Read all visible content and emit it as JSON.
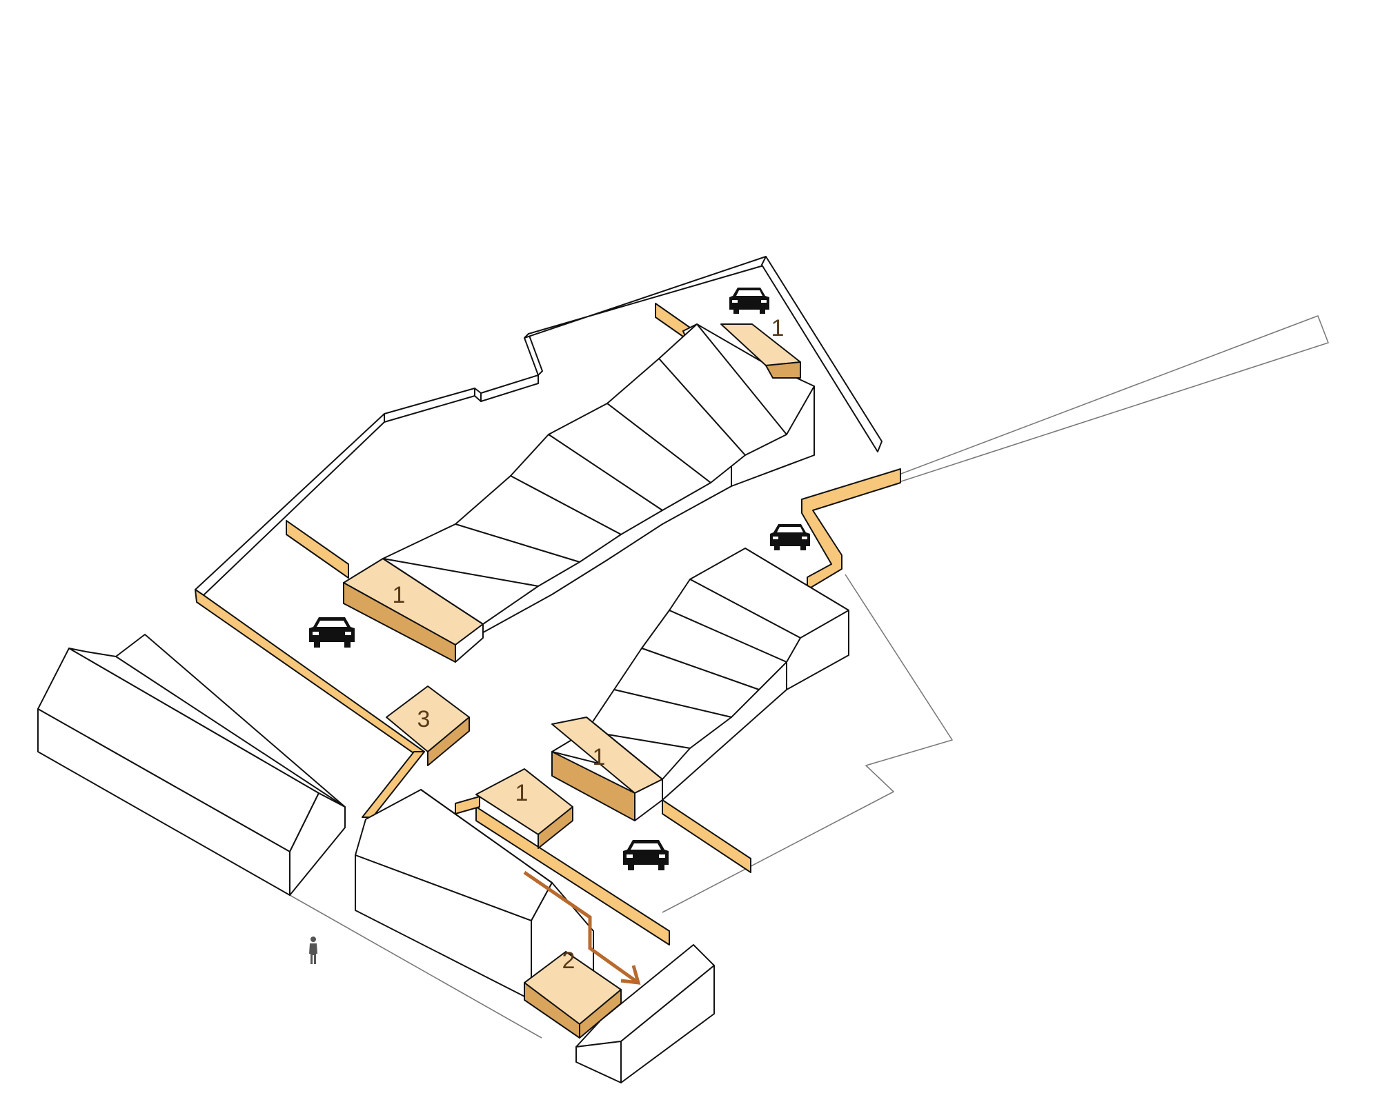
{
  "colors": {
    "highlight_top": "#f8dcb0",
    "highlight_side": "#d9a55c",
    "wall_orange": "#f7c77b",
    "arrow": "#b86a2e",
    "outline": "#111111",
    "site_line": "#7a7a7a",
    "car": "#111111",
    "person": "#555555"
  },
  "labels": [
    {
      "id": "zone-1-north",
      "text": "1"
    },
    {
      "id": "zone-1-west-row",
      "text": "1"
    },
    {
      "id": "zone-1-courtyard",
      "text": "1"
    },
    {
      "id": "zone-1-east-row",
      "text": "1"
    },
    {
      "id": "zone-2",
      "text": "2"
    },
    {
      "id": "zone-3",
      "text": "3"
    }
  ],
  "icons": [
    "car-icon",
    "car-icon",
    "car-icon",
    "car-icon",
    "person-icon",
    "route-arrow-icon"
  ]
}
